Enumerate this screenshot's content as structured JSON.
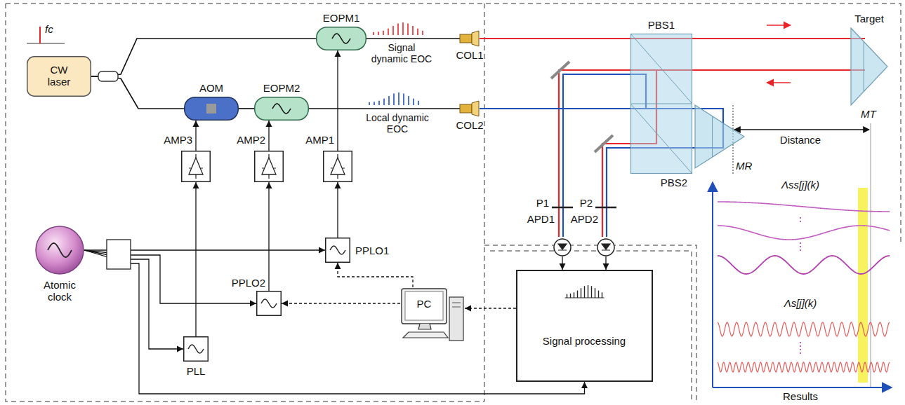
{
  "diagram": {
    "nodes": [
      {
        "text": [
          "CW laser"
        ]
      },
      {
        "text": [
          "AOM"
        ]
      },
      {
        "text": [
          "EOPM2"
        ]
      },
      {
        "text": [
          "EOPM1"
        ]
      },
      {
        "text": [
          "AMP3"
        ]
      },
      {
        "text": [
          "AMP2"
        ]
      },
      {
        "text": [
          "AMP1"
        ]
      },
      {
        "text": [
          "Atomic clock"
        ]
      },
      {
        "text": [
          "PLL"
        ]
      },
      {
        "text": [
          "PPLO2"
        ]
      },
      {
        "text": [
          "PPLO1"
        ]
      },
      {
        "text": [
          "PC"
        ]
      },
      {
        "text": [
          "Signal processing"
        ]
      },
      {
        "text": [
          "COL1"
        ]
      },
      {
        "text": [
          "COL2"
        ]
      },
      {
        "text": [
          "PBS1"
        ]
      },
      {
        "text": [
          "PBS2"
        ]
      },
      {
        "text": [
          "Target"
        ]
      },
      {
        "text": [
          "P1",
          "APD1"
        ]
      },
      {
        "text": [
          "P2",
          "APD2"
        ]
      }
    ],
    "edges": [
      {
        "from": 0,
        "to": 3,
        "arrow": "none"
      },
      {
        "from": 0,
        "to": 1,
        "arrow": "none"
      },
      {
        "from": 1,
        "to": 2,
        "arrow": "none"
      },
      {
        "from": 4,
        "to": 1,
        "arrow": "to"
      },
      {
        "from": 5,
        "to": 2,
        "arrow": "to"
      },
      {
        "from": 6,
        "to": 3,
        "arrow": "to"
      },
      {
        "from": 10,
        "to": 6,
        "arrow": "to"
      },
      {
        "from": 9,
        "to": 5,
        "arrow": "to"
      },
      {
        "from": 8,
        "to": 4,
        "arrow": "to"
      },
      {
        "from": 7,
        "to": 10,
        "arrow": "to"
      },
      {
        "from": 7,
        "to": 9,
        "arrow": "to"
      },
      {
        "from": 7,
        "to": 8,
        "arrow": "to"
      },
      {
        "from": 7,
        "to": 12,
        "arrow": "to"
      },
      {
        "from": 11,
        "to": 10,
        "arrow": "to"
      },
      {
        "from": 11,
        "to": 9,
        "arrow": "to"
      },
      {
        "from": 12,
        "to": 11,
        "arrow": "to"
      },
      {
        "from": 18,
        "to": 12,
        "arrow": "to"
      },
      {
        "from": 19,
        "to": 12,
        "arrow": "to"
      },
      {
        "from": 3,
        "to": 13,
        "arrow": "none"
      },
      {
        "from": 2,
        "to": 14,
        "arrow": "none"
      }
    ],
    "labels": [
      "fc",
      "Signal dynamic EOC",
      "Local dynamic EOC",
      "Distance",
      "MT",
      "MR",
      "Λss[j](k)",
      "Λs[j](k)",
      "Results"
    ]
  }
}
